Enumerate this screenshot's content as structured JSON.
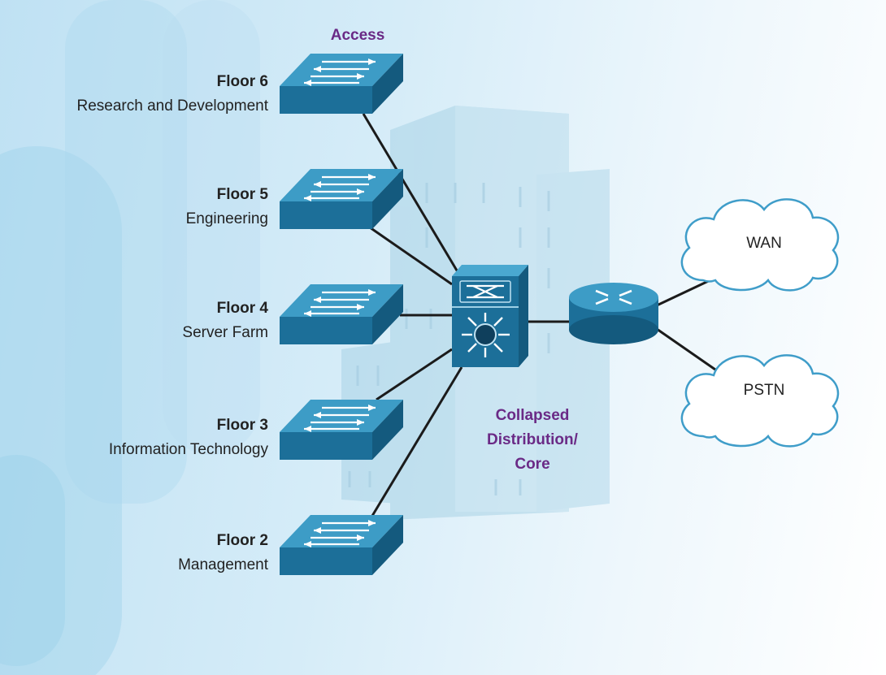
{
  "diagram": {
    "access_label": "Access",
    "core_label_lines": [
      "Collapsed",
      "Distribution/",
      "Core"
    ],
    "floors": [
      {
        "name": "Floor 6",
        "dept": "Research and Development"
      },
      {
        "name": "Floor 5",
        "dept": "Engineering"
      },
      {
        "name": "Floor 4",
        "dept": "Server Farm"
      },
      {
        "name": "Floor 3",
        "dept": "Information Technology"
      },
      {
        "name": "Floor 2",
        "dept": "Management"
      }
    ],
    "clouds": [
      {
        "label": "WAN"
      },
      {
        "label": "PSTN"
      }
    ],
    "colors": {
      "device_top": "#3d9cc6",
      "device_front": "#1c6f99",
      "device_side": "#145a7e",
      "link": "#1b1b1b",
      "layer_text": "#6a2a86",
      "building": "#a9d3e6"
    }
  }
}
